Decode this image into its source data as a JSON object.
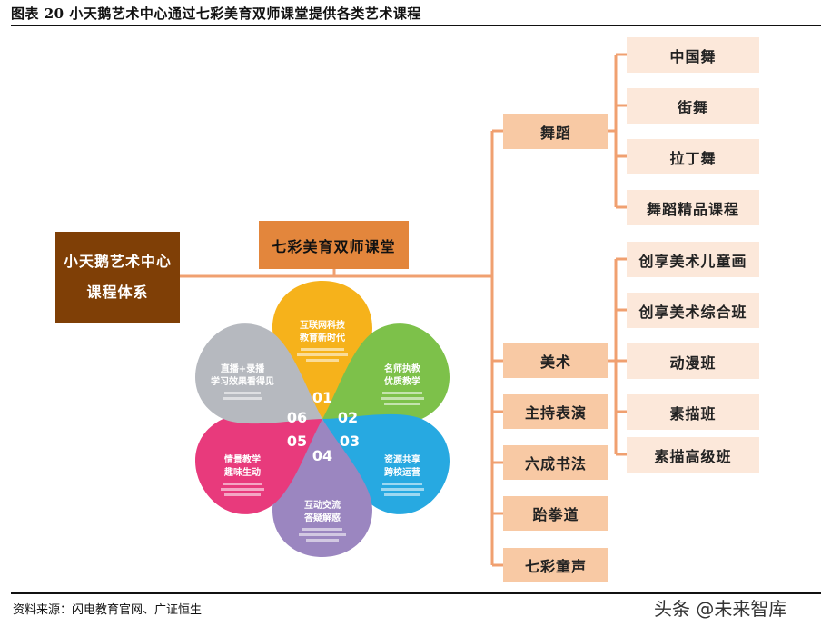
{
  "title": "图表 20 小天鹅艺术中心通过七彩美育双师课堂提供各类艺术课程",
  "root": {
    "line1": "小天鹅艺术中心",
    "line2": "课程体系"
  },
  "center": "七彩美育双师课堂",
  "categories": [
    "舞蹈",
    "美术",
    "主持表演",
    "六成书法",
    "跆拳道",
    "七彩童声"
  ],
  "dance_courses": [
    "中国舞",
    "街舞",
    "拉丁舞",
    "舞蹈精品课程"
  ],
  "art_courses": [
    "创享美术儿童画",
    "创享美术综合班",
    "动漫班",
    "素描班",
    "素描高级班"
  ],
  "flower": {
    "petals": [
      {
        "num": "01",
        "title1": "互联网科技",
        "title2": "教育新时代",
        "color": "#f6b21b"
      },
      {
        "num": "02",
        "title1": "名师执教",
        "title2": "优质教学",
        "color": "#7dc14a"
      },
      {
        "num": "03",
        "title1": "资源共享",
        "title2": "跨校运营",
        "color": "#27a9e1"
      },
      {
        "num": "04",
        "title1": "互动交流",
        "title2": "答疑解惑",
        "color": "#9b86c0"
      },
      {
        "num": "05",
        "title1": "情景教学",
        "title2": "趣味生动",
        "color": "#e83a7c"
      },
      {
        "num": "06",
        "title1": "直播+录播",
        "title2": "学习效果看得见",
        "color": "#b6b9bf"
      }
    ]
  },
  "source": "资料来源：闪电教育官网、广证恒生",
  "watermark": "头条 @未来智库"
}
